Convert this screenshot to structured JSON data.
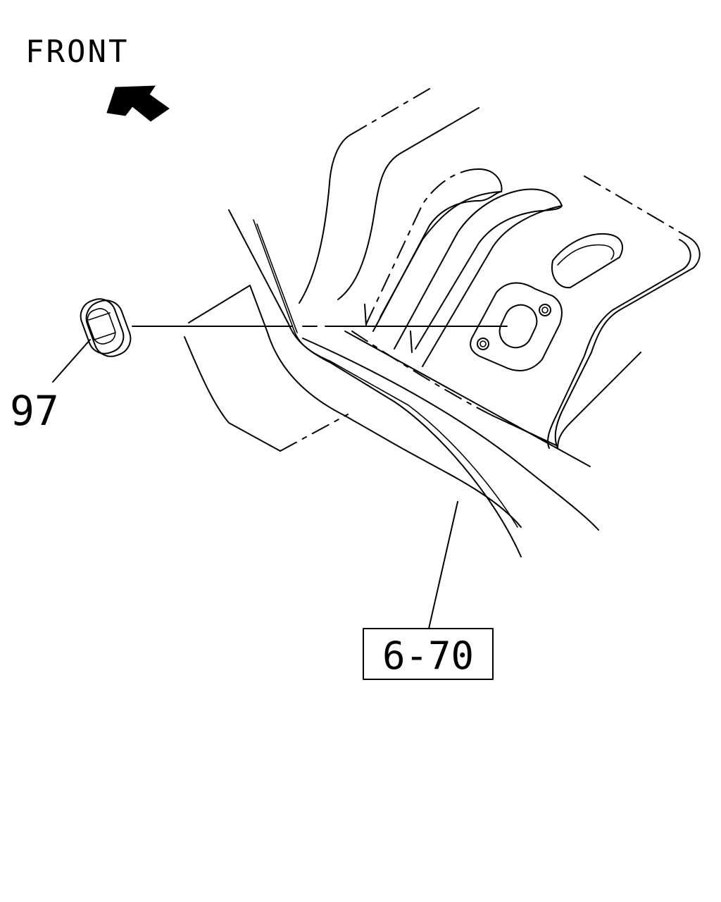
{
  "orientation": {
    "label": "FRONT",
    "arrow_icon": "front-direction-arrow-icon"
  },
  "callouts": {
    "part_number": "97",
    "reference_box": "6-70"
  },
  "colors": {
    "line": "#000000",
    "background": "#ffffff"
  }
}
